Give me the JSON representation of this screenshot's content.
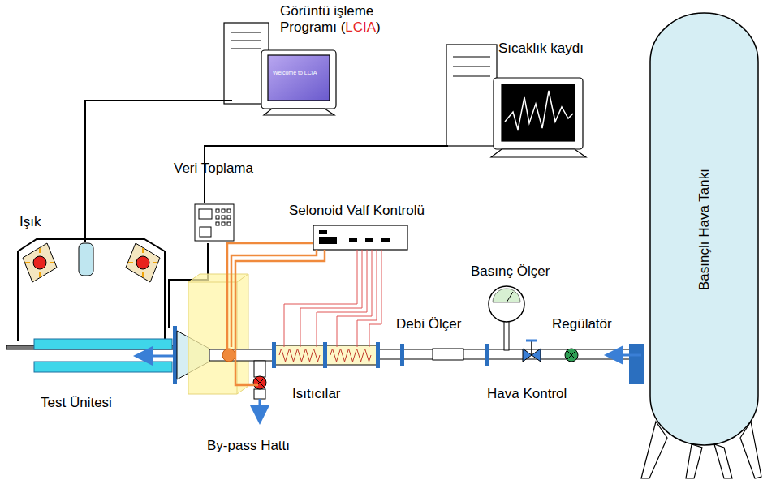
{
  "diagram": {
    "nodes": [
      {
        "text": [
          "Basınçlı Hava Tankı"
        ]
      }
    ],
    "labels": [
      "Görüntü işleme Programı (LCIA)",
      "Welcome to LCIA",
      "Sıcaklık kaydı",
      "Veri Toplama",
      "Selonoid Valf Kontrolü",
      "Işık",
      "Basınç Ölçer",
      "Regülatör",
      "Debi Ölçer",
      "Hava Kontrol",
      "Test Ünitesi",
      "Isıtıcılar",
      "By-pass Hattı"
    ]
  }
}
